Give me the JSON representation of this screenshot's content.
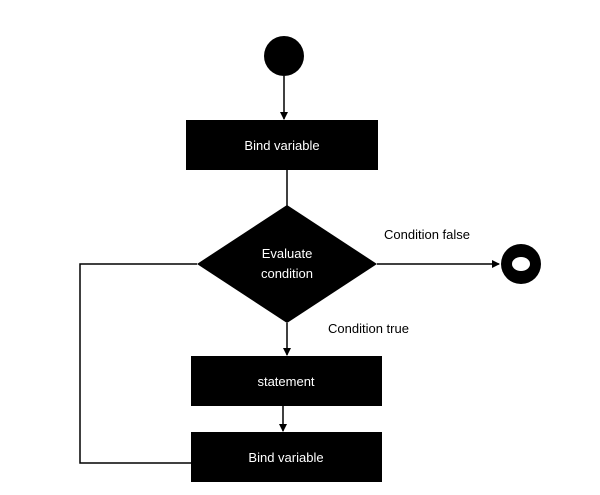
{
  "diagram": {
    "type": "flowchart",
    "nodes": {
      "start": {
        "shape": "filled-circle"
      },
      "bind_top": {
        "shape": "rectangle",
        "label": "Bind variable"
      },
      "evaluate": {
        "shape": "diamond",
        "label_line1": "Evaluate",
        "label_line2": "condition"
      },
      "end": {
        "shape": "bullseye-circle"
      },
      "statement": {
        "shape": "rectangle",
        "label": "statement"
      },
      "bind_bottom": {
        "shape": "rectangle",
        "label": "Bind variable"
      }
    },
    "edges": {
      "condition_false": "Condition false",
      "condition_true": "Condition true"
    },
    "colors": {
      "fill": "#000000",
      "text_on_fill": "#ffffff",
      "background": "#ffffff"
    }
  }
}
